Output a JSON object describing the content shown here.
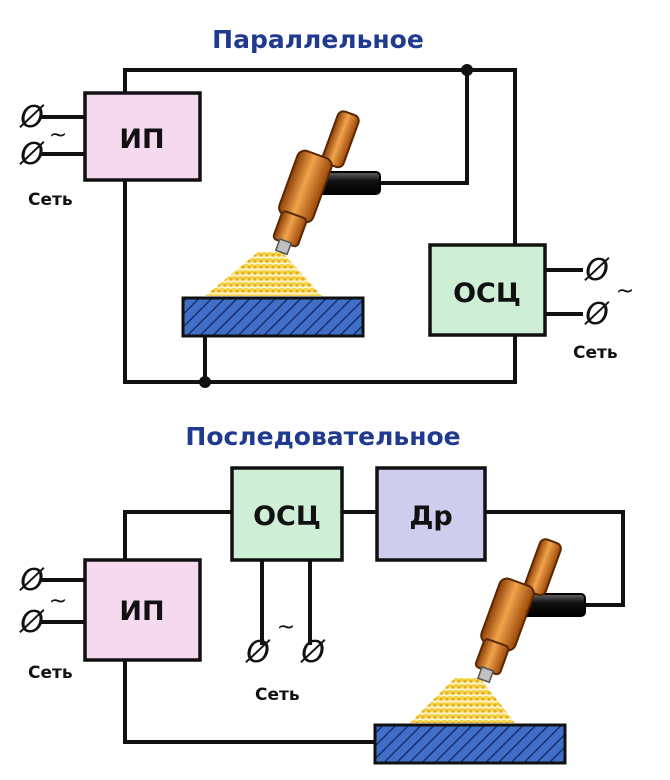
{
  "titles": {
    "parallel": "Параллельное",
    "serial": "Последовательное"
  },
  "labels": {
    "power_source": "ИП",
    "oscillator": "ОСЦ",
    "choke": "Др",
    "mains": "Сеть",
    "terminal": "Ø",
    "ac": "~"
  },
  "colors": {
    "title": "#1f3a8f",
    "wire": "#111111",
    "power_source_fill": "#f4d9ef",
    "oscillator_fill": "#cfeed6",
    "choke_fill": "#cfcdee",
    "torch_body": "#c2640f",
    "torch_highlight": "#f1a34b",
    "arc": "#f2c61c",
    "workpiece": "#3f6fc8"
  }
}
